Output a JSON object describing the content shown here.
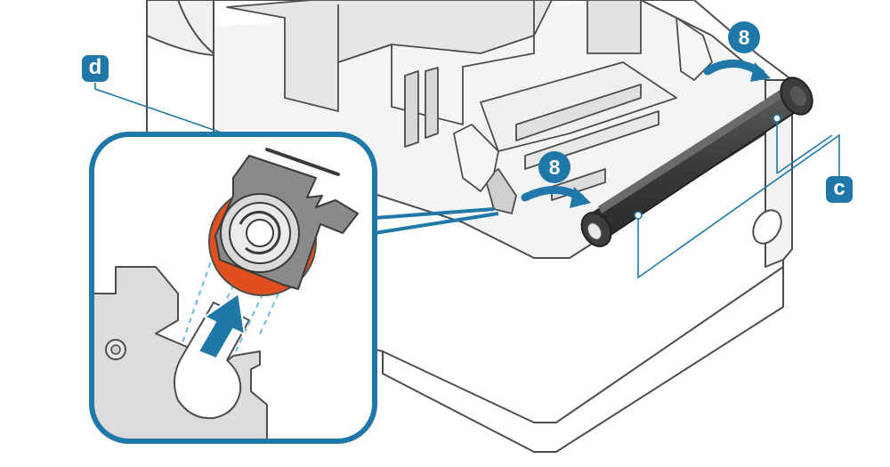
{
  "labels": {
    "d": "d",
    "c": "c"
  },
  "steps": {
    "top": "8",
    "middle": "8"
  },
  "colors": {
    "accent": "#1f78a8",
    "roller": "#3a3a3a",
    "gear_orange": "#e0501f",
    "outline": "#4d4d4d",
    "panel_gray": "#dcdcdc"
  }
}
